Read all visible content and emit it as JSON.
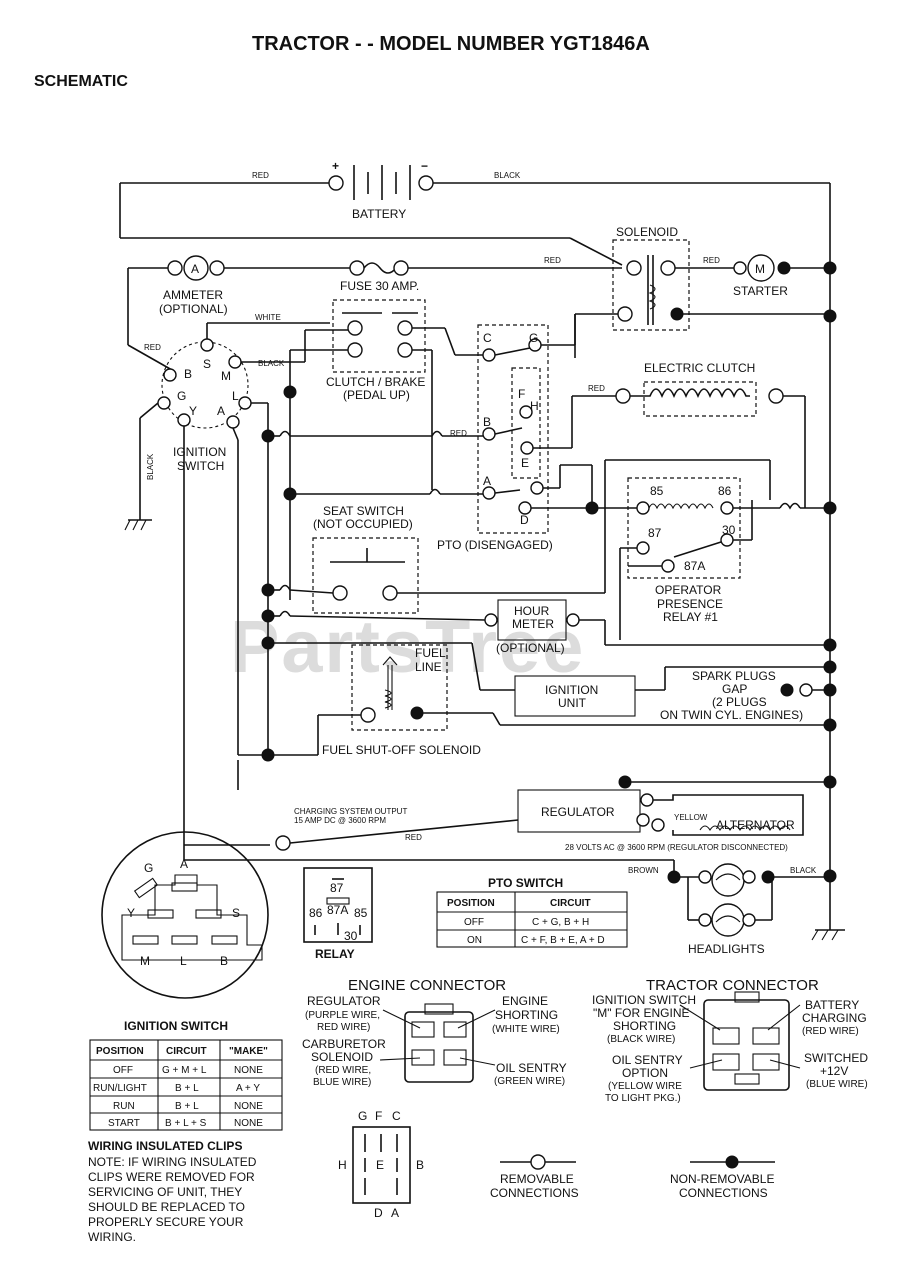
{
  "header": {
    "title": "TRACTOR - - MODEL NUMBER YGT1846A",
    "subtitle": "SCHEMATIC"
  },
  "watermark": "PartsTree",
  "battery": {
    "label": "BATTERY",
    "plus": "+",
    "minus": "−",
    "wire_left": "RED",
    "wire_right": "BLACK"
  },
  "wires": {
    "red_1": "RED",
    "red_2": "RED",
    "red_3": "RED",
    "red_4": "RED",
    "red_5": "RED",
    "white": "WHITE",
    "black_1": "BLACK",
    "black_2": "BLACK",
    "black_3": "BLACK",
    "yellow": "YELLOW",
    "brown": "BROWN"
  },
  "components": {
    "ammeter": {
      "symbol": "A",
      "label1": "AMMETER",
      "label2": "(OPTIONAL)"
    },
    "fuse": "FUSE 30 AMP.",
    "solenoid": "SOLENOID",
    "starter": {
      "symbol": "M",
      "label": "STARTER"
    },
    "ignition_switch": {
      "label1": "IGNITION",
      "label2": "SWITCH",
      "terminals": [
        "S",
        "M",
        "B",
        "G",
        "Y",
        "A",
        "L"
      ]
    },
    "clutch_brake": {
      "label1": "CLUTCH / BRAKE",
      "label2": "(PEDAL UP)"
    },
    "electric_clutch": "ELECTRIC CLUTCH",
    "seat_switch": {
      "label1": "SEAT SWITCH",
      "label2": "(NOT OCCUPIED)"
    },
    "pto": {
      "label": "PTO (DISENGAGED)",
      "terminals": [
        "C",
        "G",
        "F",
        "H",
        "B",
        "E",
        "A",
        "D"
      ]
    },
    "relay": {
      "label1": "OPERATOR",
      "label2": "PRESENCE",
      "label3": "RELAY #1",
      "pins": [
        "85",
        "86",
        "87",
        "30",
        "87A"
      ]
    },
    "hour_meter": {
      "label1": "HOUR",
      "label2": "METER",
      "label3": "(OPTIONAL)"
    },
    "fuel_line": {
      "label1": "FUEL",
      "label2": "LINE"
    },
    "fuel_solenoid": "FUEL SHUT-OFF SOLENOID",
    "ignition_unit": {
      "label1": "IGNITION",
      "label2": "UNIT"
    },
    "spark_plugs": {
      "label1": "SPARK PLUGS",
      "label2": "GAP",
      "label3": "(2 PLUGS",
      "label4": "ON TWIN CYL. ENGINES)"
    },
    "regulator": "REGULATOR",
    "alternator": "ALTERNATOR",
    "charging_note1": "CHARGING SYSTEM OUTPUT",
    "charging_note2": "15 AMP DC @ 3600 RPM",
    "ac_note": "28 VOLTS AC @ 3600 RPM (REGULATOR DISCONNECTED)",
    "headlights": "HEADLIGHTS"
  },
  "connector_view": {
    "top_letters": [
      "G",
      "A"
    ],
    "mid_letters": [
      "Y",
      "S"
    ],
    "bottom_letters": [
      "M",
      "L",
      "B"
    ]
  },
  "relay_box": {
    "label": "RELAY",
    "pins": [
      "87",
      "86",
      "87A",
      "85",
      "30"
    ]
  },
  "pto_switch_table": {
    "title": "PTO SWITCH",
    "headers": [
      "POSITION",
      "CIRCUIT"
    ],
    "rows": [
      [
        "OFF",
        "C + G, B + H"
      ],
      [
        "ON",
        "C + F, B + E, A + D"
      ]
    ]
  },
  "ignition_switch_table": {
    "title": "IGNITION SWITCH",
    "headers": [
      "POSITION",
      "CIRCUIT",
      "\"MAKE\""
    ],
    "rows": [
      [
        "OFF",
        "G + M + L",
        "NONE"
      ],
      [
        "RUN/LIGHT",
        "B + L",
        "A + Y"
      ],
      [
        "RUN",
        "B + L",
        "NONE"
      ],
      [
        "START",
        "B + L + S",
        "NONE"
      ]
    ]
  },
  "engine_connector": {
    "title": "ENGINE CONNECTOR",
    "regulator": [
      "REGULATOR",
      "(PURPLE WIRE,",
      "RED WIRE)"
    ],
    "engine_shorting": [
      "ENGINE",
      "SHORTING",
      "(WHITE WIRE)"
    ],
    "carb_solenoid": [
      "CARBURETOR",
      "SOLENOID",
      "(RED WIRE,",
      "BLUE WIRE)"
    ],
    "oil_sentry": [
      "OIL SENTRY",
      "(GREEN WIRE)"
    ]
  },
  "tractor_connector": {
    "title": "TRACTOR CONNECTOR",
    "ign_switch": [
      "IGNITION SWITCH",
      "\"M\" FOR ENGINE",
      "SHORTING",
      "(BLACK WIRE)"
    ],
    "battery_charging": [
      "BATTERY",
      "CHARGING",
      "(RED WIRE)"
    ],
    "oil_sentry": [
      "OIL SENTRY",
      "OPTION",
      "(YELLOW WIRE",
      "TO LIGHT PKG.)"
    ],
    "switched": [
      "SWITCHED",
      "+12V",
      "(BLUE WIRE)"
    ]
  },
  "pto_pinout": {
    "top": [
      "G",
      "F",
      "C"
    ],
    "left": "H",
    "center": "E",
    "right": "B",
    "bottom": [
      "D",
      "A"
    ]
  },
  "notes": {
    "clips_title": "WIRING INSULATED CLIPS",
    "clips_note": [
      "NOTE: IF WIRING INSULATED",
      "CLIPS WERE REMOVED FOR",
      "SERVICING OF UNIT, THEY",
      "SHOULD BE REPLACED TO",
      "PROPERLY SECURE YOUR",
      "WIRING."
    ]
  },
  "legend": {
    "removable": [
      "REMOVABLE",
      "CONNECTIONS"
    ],
    "non_removable": [
      "NON-REMOVABLE",
      "CONNECTIONS"
    ]
  }
}
